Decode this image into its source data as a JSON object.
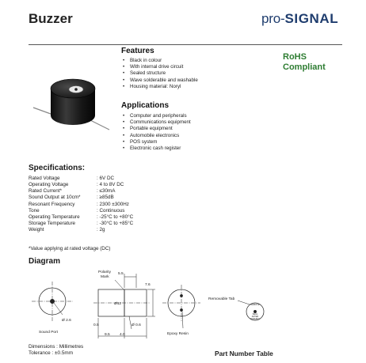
{
  "header": {
    "title": "Buzzer",
    "brand_light": "pro-",
    "brand_bold": "SIGNAL"
  },
  "features": {
    "heading": "Features",
    "items": [
      "Black in colour",
      "With internal drive circuit",
      "Sealed structure",
      "Wave solderable and washable",
      "Housing material: Noryl"
    ]
  },
  "applications": {
    "heading": "Applications",
    "items": [
      "Computer and peripherals",
      "Communications equipment",
      "Portable equipment",
      "Automobile electronics",
      "POS system",
      "Electronic cash register"
    ]
  },
  "rohs": {
    "line1": "RoHS",
    "line2": "Compliant",
    "color": "#2e7d32"
  },
  "specifications": {
    "heading": "Specifications:",
    "rows": [
      {
        "label": "Rated Voltage",
        "value": ": 6V DC"
      },
      {
        "label": "Operating Voltage",
        "value": ": 4 to 8V DC"
      },
      {
        "label": "Rated Current*",
        "value": ": ≤30mA"
      },
      {
        "label": "Sound Output at 10cm*",
        "value": ": ≥85dB"
      },
      {
        "label": "Resonant Frequency",
        "value": ": 2300 ±300Hz"
      },
      {
        "label": "Tone",
        "value": ": Continuous"
      },
      {
        "label": "Operating Temperature",
        "value": ": -25°C to +80°C"
      },
      {
        "label": "Storage Temperature",
        "value": ": -30°C to +85°C"
      },
      {
        "label": "Weight",
        "value": ": 2g"
      }
    ],
    "note": "*Value applying at rated voltage (DC)"
  },
  "diagram": {
    "heading": "Diagram",
    "labels": {
      "polarity_mark_1": "Polarity",
      "polarity_mark_2": "Mark",
      "dim_5_5": "5.5",
      "dim_7_6": "7.6",
      "dim_12": "Ø12",
      "dim_2_6": "Ø 2.6",
      "sound_port": "Sound Port",
      "dim_0_5": "0.5",
      "dim_9_5": "9.5",
      "dim_4_0": "4.0",
      "dim_0_6": "Ø 0.6",
      "epoxy_resin": "Epoxy Resin",
      "removable_tab": "Removable Tab",
      "tab_text_1": "REMOVE",
      "tab_text_2": "SEAL",
      "tab_text_3": "AFTER",
      "tab_text_4": "WASHING"
    }
  },
  "dimensions": {
    "line1": "Dimensions : Millimetres",
    "line2": "Tolerance : ±0.5mm"
  },
  "part_number_table": {
    "heading": "Part Number Table"
  }
}
